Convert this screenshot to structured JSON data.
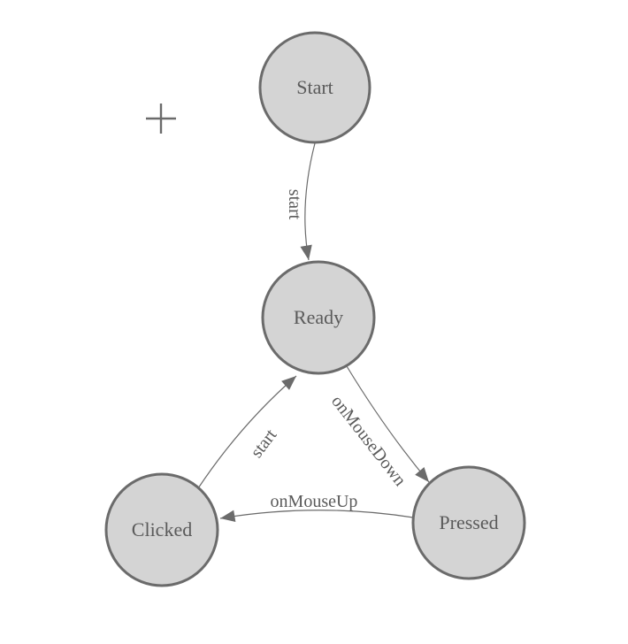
{
  "diagram": {
    "type": "state-machine",
    "colors": {
      "background": "#ffffff",
      "node_fill": "#d4d4d4",
      "node_stroke": "#6b6b6b",
      "edge_color": "#6b6b6b",
      "text_color": "#5a5a5a"
    },
    "nodes": [
      {
        "id": "start",
        "label": "Start"
      },
      {
        "id": "ready",
        "label": "Ready"
      },
      {
        "id": "clicked",
        "label": "Clicked"
      },
      {
        "id": "pressed",
        "label": "Pressed"
      }
    ],
    "edges": [
      {
        "from": "start",
        "to": "ready",
        "label": "start"
      },
      {
        "from": "ready",
        "to": "pressed",
        "label": "onMouseDown"
      },
      {
        "from": "pressed",
        "to": "clicked",
        "label": "onMouseUp"
      },
      {
        "from": "clicked",
        "to": "ready",
        "label": "start"
      }
    ],
    "icons": [
      {
        "name": "plus-icon"
      }
    ]
  }
}
